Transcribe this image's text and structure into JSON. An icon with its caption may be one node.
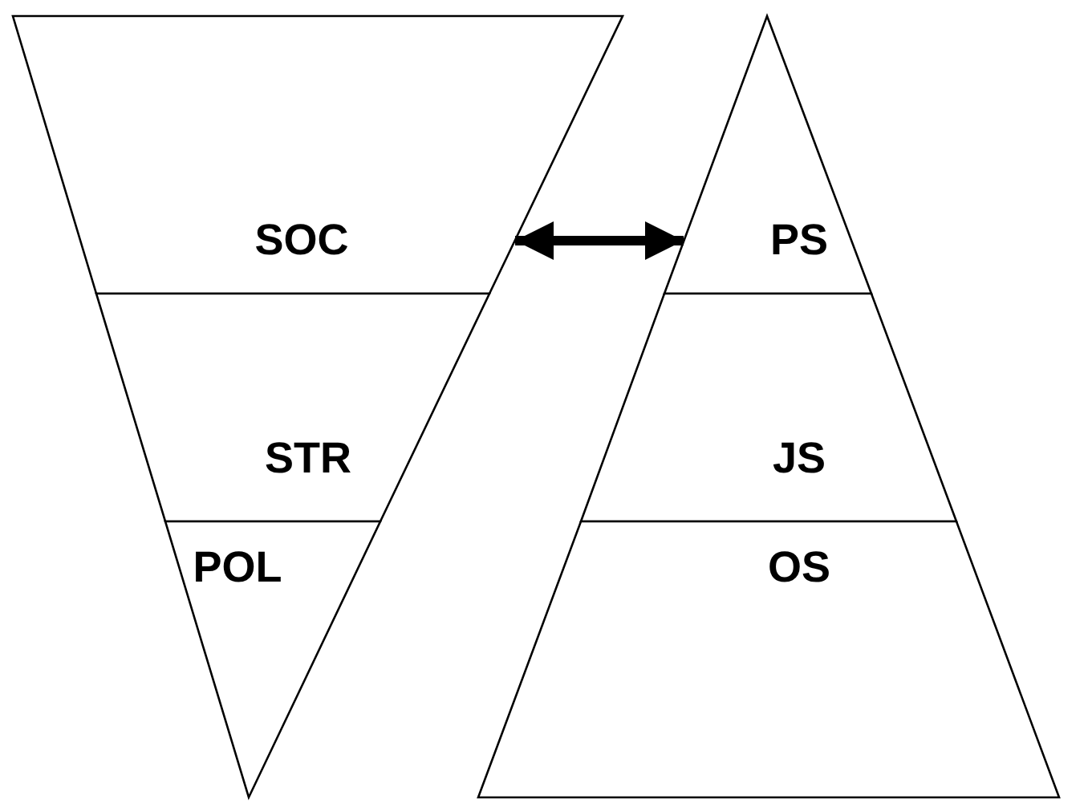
{
  "diagram": {
    "nodes": [
      {
        "text": [
          "SOC"
        ]
      },
      {
        "text": [
          "STR"
        ]
      },
      {
        "text": [
          "POL"
        ]
      },
      {
        "text": [
          "PS"
        ]
      },
      {
        "text": [
          "JS"
        ]
      },
      {
        "text": [
          "OS"
        ]
      }
    ],
    "edges": [
      {
        "from": 0,
        "to": 3,
        "arrow": "both"
      }
    ]
  }
}
